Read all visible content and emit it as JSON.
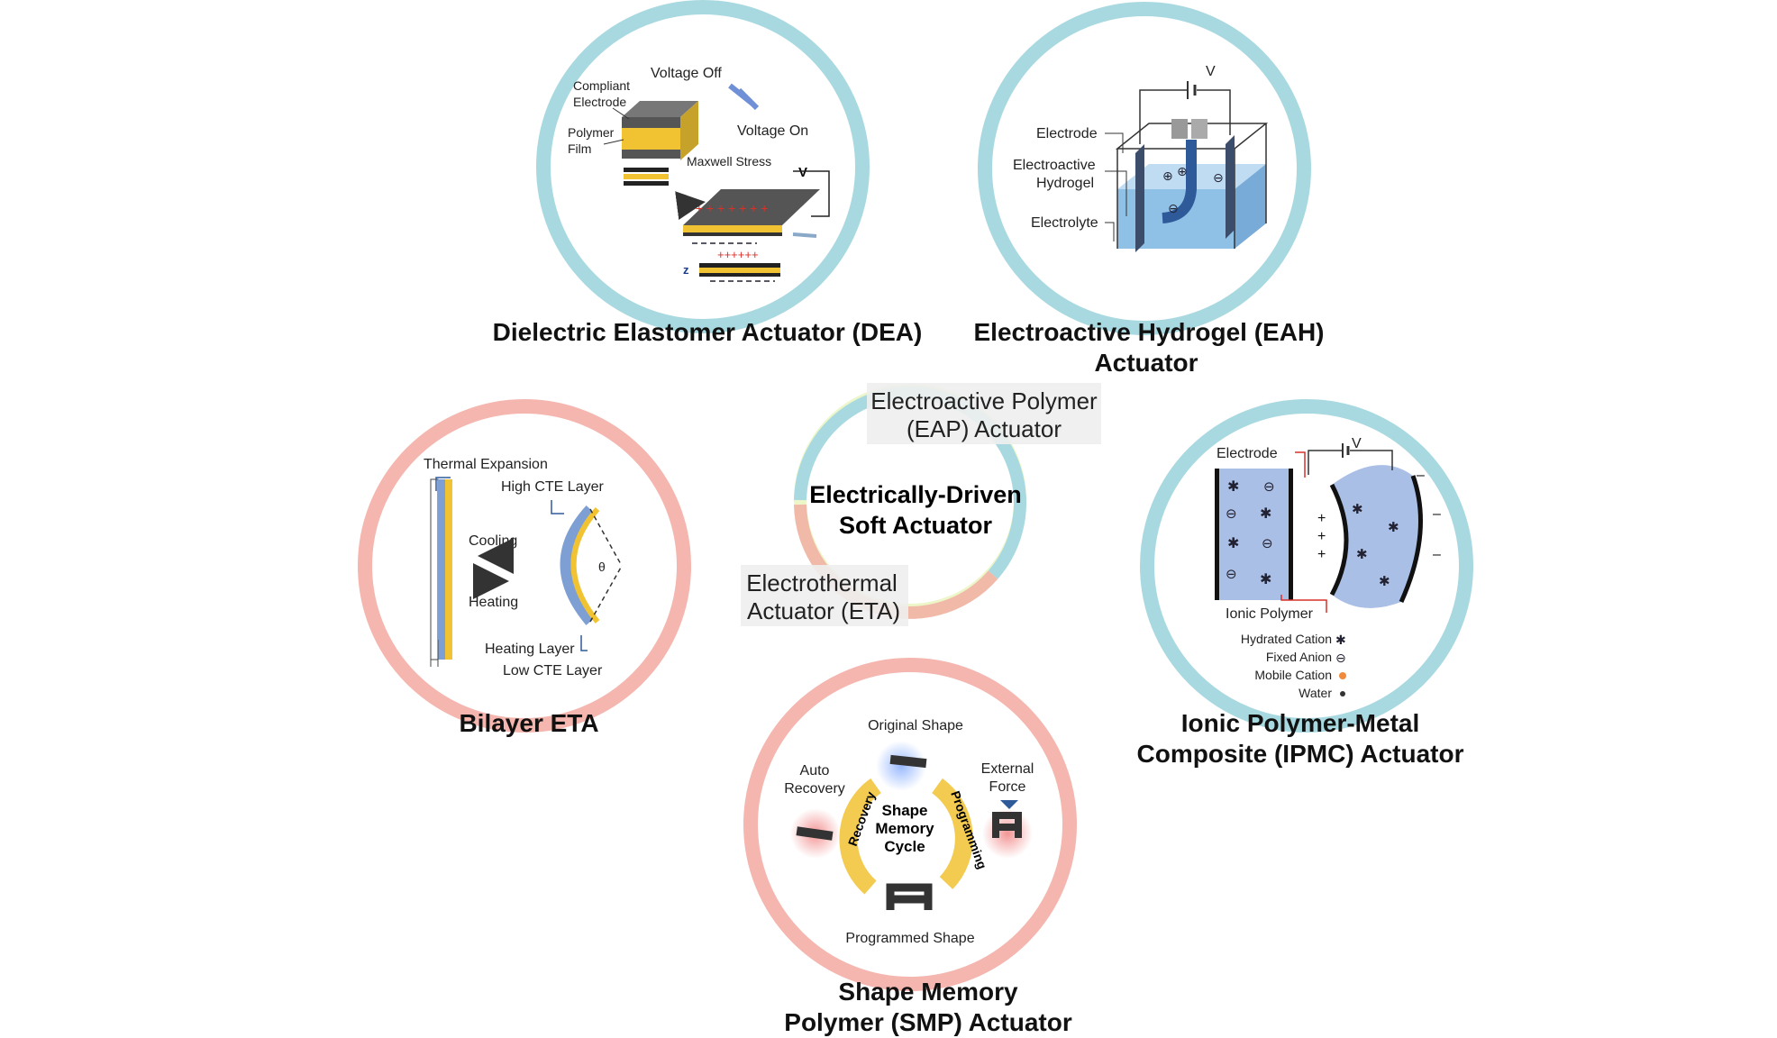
{
  "palette": {
    "eap_ring": "#a8d9e0",
    "eta_ring": "#f4b6ae",
    "center_ring_blue": "#a8d9e0",
    "center_ring_red": "#f0b9a8",
    "center_ring_inner": "#ecf6c8",
    "gold": "#f1c232",
    "dark_layer": "#555555",
    "liquid_blue": "#8fc1e6",
    "polymer_blue": "#aabfe6",
    "red_arrow": "#d8312a",
    "blue_arrow": "#3f7fd4"
  },
  "center": {
    "title_line1": "Electrically-Driven",
    "title_line2": "Soft Actuator",
    "eap_label_line1": "Electroactive Polymer",
    "eap_label_line2": "(EAP) Actuator",
    "eta_label_line1": "Electrothermal",
    "eta_label_line2": "Actuator (ETA)"
  },
  "dea": {
    "caption": "Dielectric Elastomer Actuator (DEA)",
    "compliant_electrode_1": "Compliant",
    "compliant_electrode_2": "Electrode",
    "polymer_film_1": "Polymer",
    "polymer_film_2": "Film",
    "voltage_off": "Voltage Off",
    "voltage_on": "Voltage On",
    "maxwell_stress": "Maxwell Stress",
    "v_symbol": "V",
    "z_symbol": "z",
    "plus_row": "++++++"
  },
  "eah": {
    "caption_line1": "Electroactive Hydrogel (EAH)",
    "caption_line2": "Actuator",
    "electrode": "Electrode",
    "hydrogel_1": "Electroactive",
    "hydrogel_2": "Hydrogel",
    "electrolyte": "Electrolyte",
    "v_symbol": "V"
  },
  "bilayer": {
    "caption": "Bilayer ETA",
    "thermal_expansion": "Thermal Expansion",
    "high_cte": "High CTE Layer",
    "cooling": "Cooling",
    "heating": "Heating",
    "heating_layer": "Heating Layer",
    "low_cte": "Low CTE Layer",
    "theta": "θ"
  },
  "ipmc": {
    "caption_line1": "Ionic Polymer-Metal",
    "caption_line2": "Composite (IPMC) Actuator",
    "electrode": "Electrode",
    "ionic_polymer": "Ionic Polymer",
    "v_symbol": "V",
    "legend": [
      "Hydrated Cation",
      "Fixed Anion",
      "Mobile Cation",
      "Water"
    ]
  },
  "smp": {
    "caption_line1": "Shape Memory",
    "caption_line2": "Polymer (SMP) Actuator",
    "original_shape": "Original Shape",
    "external_force_1": "External",
    "external_force_2": "Force",
    "auto_recovery_1": "Auto",
    "auto_recovery_2": "Recovery",
    "programmed_shape": "Programmed Shape",
    "recovery": "Recovery",
    "programming": "Programming",
    "cycle_1": "Shape",
    "cycle_2": "Memory",
    "cycle_3": "Cycle"
  }
}
